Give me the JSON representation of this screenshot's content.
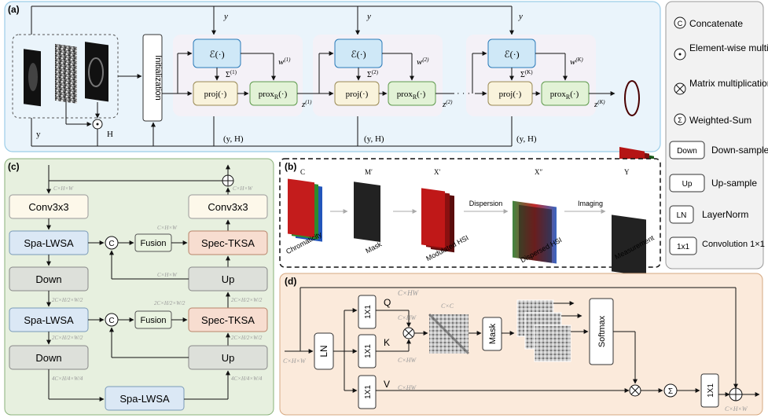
{
  "panel_a": {
    "label": "(a)",
    "init_label": "Initialization",
    "y_label": "y",
    "h_label": "H",
    "e_op": "ℰ(·)",
    "proj_op": "proj(·)",
    "prox_op": "prox",
    "prox_sub": "R",
    "prox_tail": "(·)",
    "stages": [
      {
        "w": "w",
        "w_sup": "(1)",
        "sigma": "Σ",
        "sigma_sup": "(1)",
        "z": "z",
        "z_sup": "(1)"
      },
      {
        "w": "w",
        "w_sup": "(2)",
        "sigma": "Σ",
        "sigma_sup": "(2)",
        "z": "z",
        "z_sup": "(2)"
      },
      {
        "w": "w",
        "w_sup": "(K)",
        "sigma": "Σ",
        "sigma_sup": "(K)",
        "z": "z",
        "z_sup": "(K)"
      }
    ],
    "yh_label": "(y, H)",
    "dots": "· · ·"
  },
  "legend": {
    "items": [
      {
        "symbol": "C",
        "text": "Concatenate"
      },
      {
        "symbol": "⊙",
        "text": "Element-wise multiplication"
      },
      {
        "symbol": "⊗",
        "text": "Matrix multiplication"
      },
      {
        "symbol": "Σ",
        "text": "Weighted-Sum"
      },
      {
        "box": "Down",
        "text": "Down-sample"
      },
      {
        "box": "Up",
        "text": "Up-sample"
      },
      {
        "box": "LN",
        "text": "LayerNorm"
      },
      {
        "box": "1x1",
        "text": "Convolution 1×1"
      }
    ]
  },
  "panel_b": {
    "label": "(b)",
    "stages": [
      {
        "sym": "C",
        "caption": "Chromaticity"
      },
      {
        "sym": "M′",
        "caption": "Mask"
      },
      {
        "sym": "X′",
        "caption": "Modulated HSI"
      },
      {
        "sym": "X″",
        "caption": "Dispersed HSI"
      },
      {
        "sym": "Y",
        "caption": "Measurement"
      }
    ],
    "dispersion": "Dispersion",
    "imaging": "Imaging"
  },
  "panel_c": {
    "label": "(c)",
    "conv": "Conv3x3",
    "spa": "Spa-LWSA",
    "spec": "Spec-TKSA",
    "down": "Down",
    "up": "Up",
    "fusion": "Fusion",
    "concat": "C",
    "dim1": "C×H×W",
    "dim2": "2C×H/2×W/2",
    "dim3": "4C×H/4×W/4"
  },
  "panel_d": {
    "label": "(d)",
    "ln": "LN",
    "conv": "1X1",
    "q": "Q",
    "k": "K",
    "v": "V",
    "mask": "Mask",
    "softmax": "Softmax",
    "cxc": "C×C",
    "chw": "C×HW",
    "input_dim": "C×H×W",
    "output_dim": "C×H×W",
    "sum": "Σ"
  }
}
